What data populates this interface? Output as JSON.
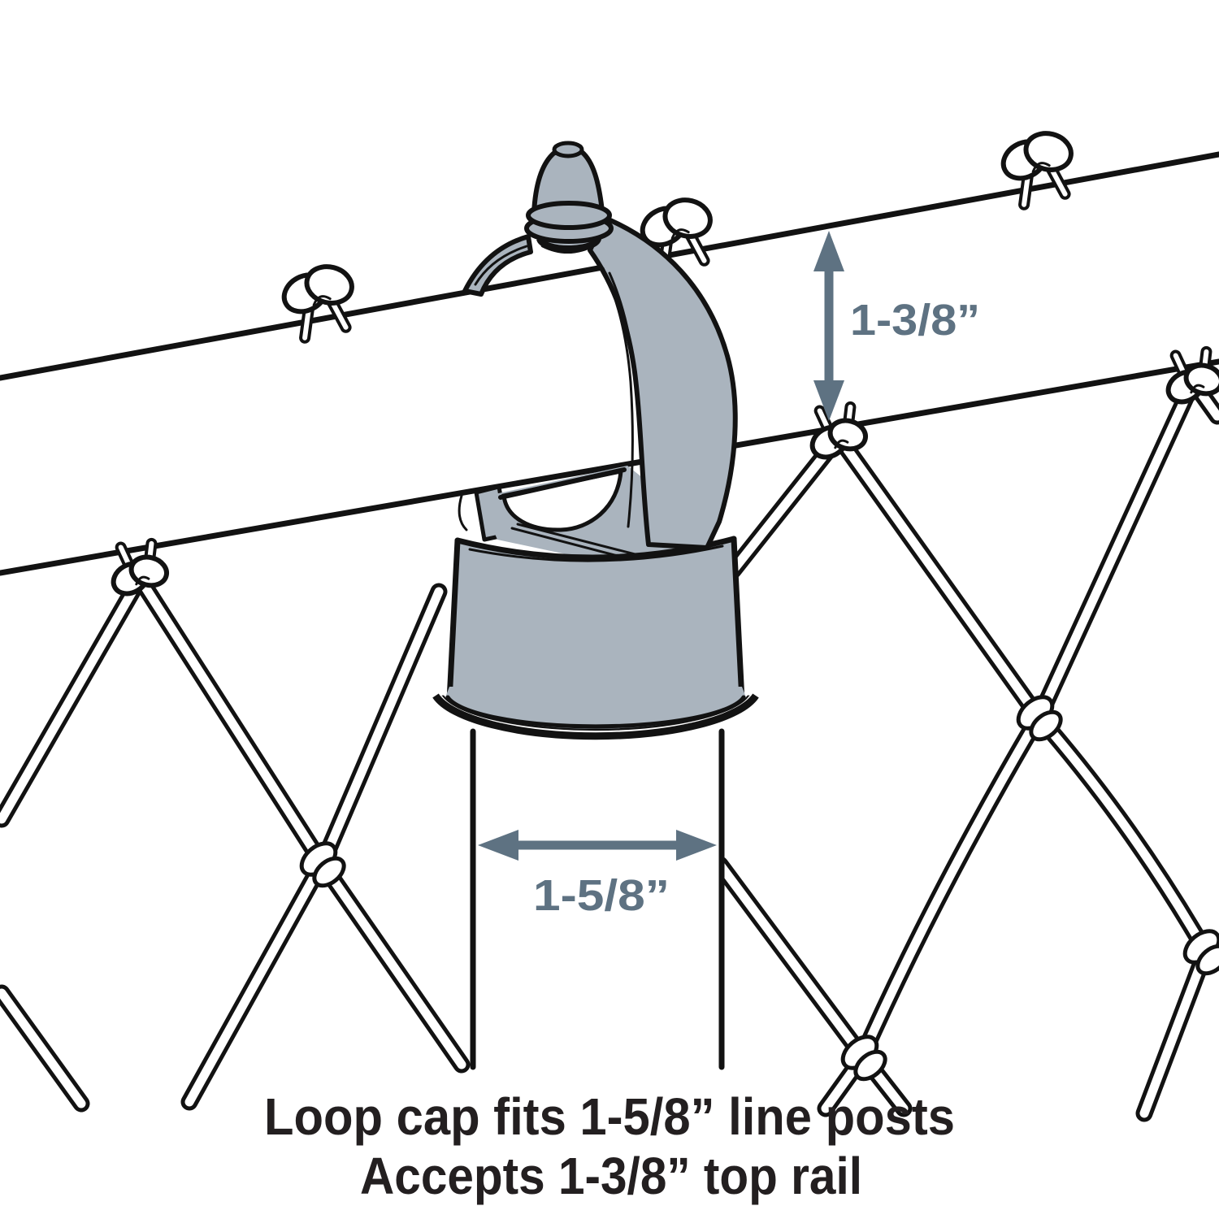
{
  "diagram": {
    "title_meaning": "loop cap on chain-link fence line post",
    "dimensions": {
      "rail_label": "1-3/8”",
      "post_label": "1-5/8”"
    },
    "caption": {
      "line1": "Loop cap fits 1-5/8” line posts",
      "line2": "Accepts 1-3/8” top rail"
    },
    "colors": {
      "cap_gray": "#aab4be",
      "outline_black": "#121212",
      "dim_slate": "#5e7282",
      "caption_dark": "#231f20",
      "background": "#ffffff"
    }
  }
}
